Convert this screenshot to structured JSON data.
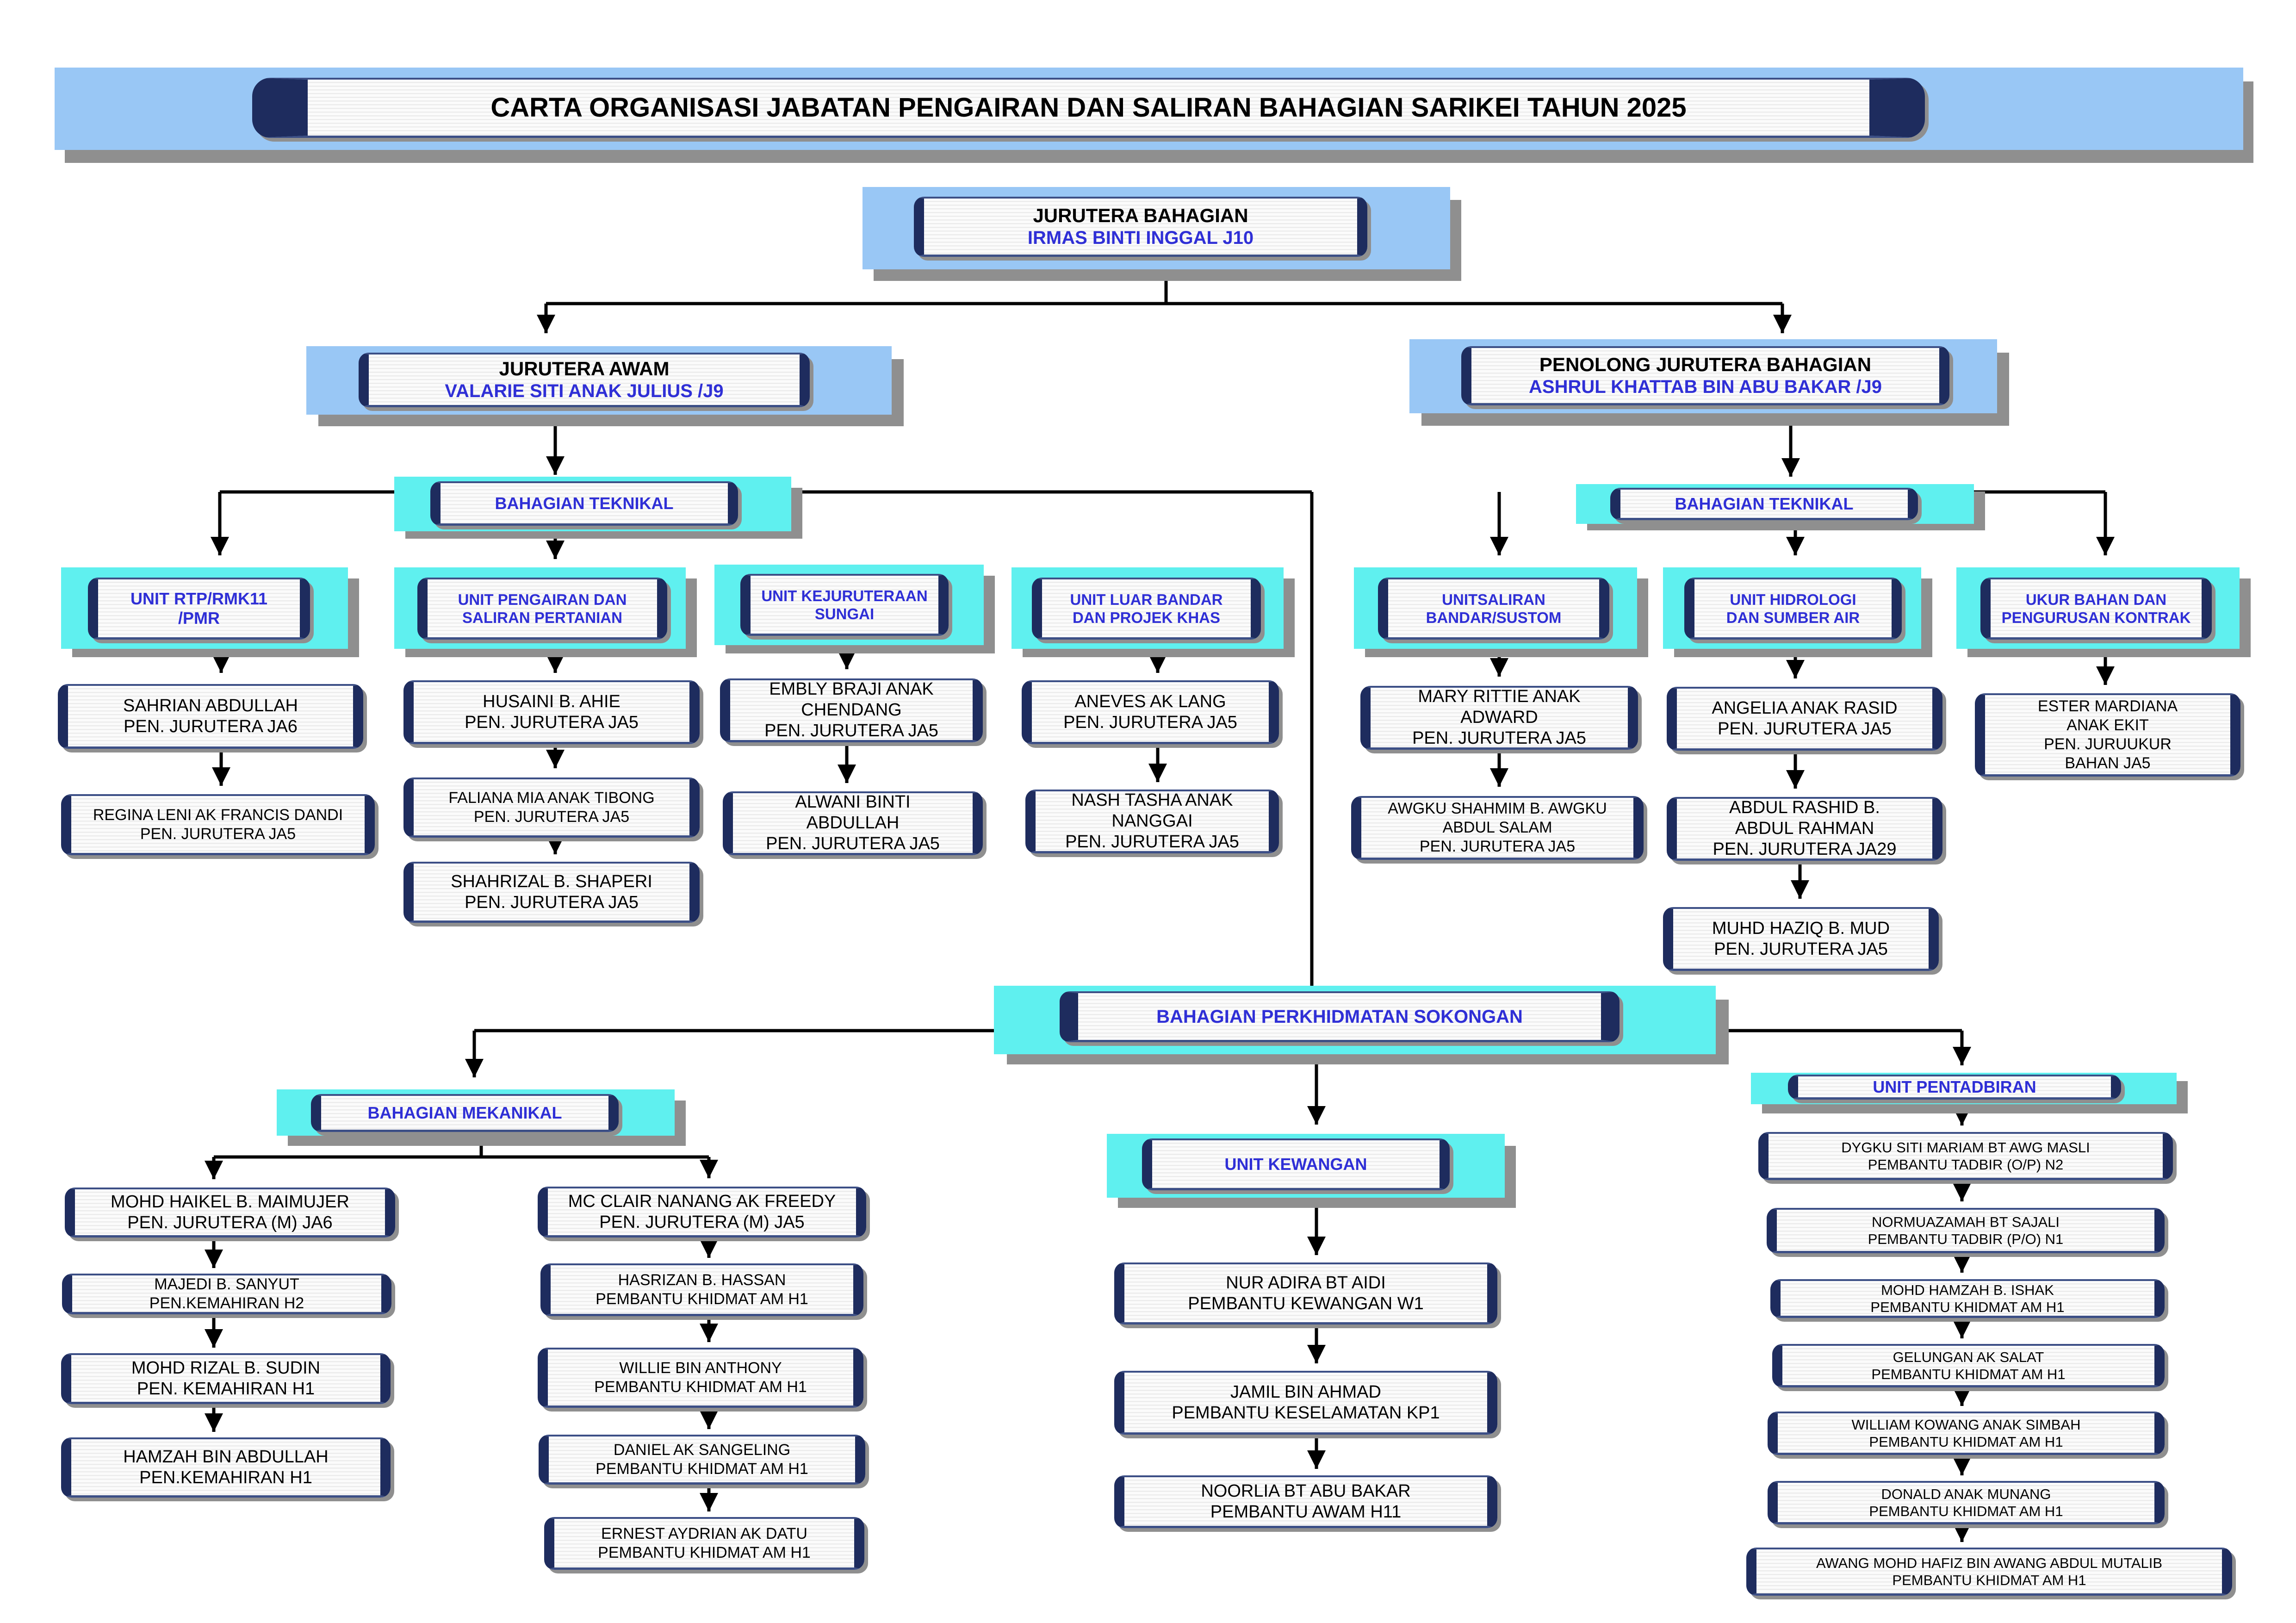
{
  "title": "CARTA ORGANISASI JABATAN PENGAIRAN DAN SALIRAN BAHAGIAN SARIKEI TAHUN 2025",
  "head": {
    "role": "JURUTERA BAHAGIAN",
    "name": "IRMAS BINTI INGGAL J10"
  },
  "left_lead": {
    "role": "JURUTERA AWAM",
    "name": "VALARIE SITI ANAK JULIUS /J9"
  },
  "right_lead": {
    "role": "PENOLONG JURUTERA BAHAGIAN",
    "name": "ASHRUL KHATTAB BIN ABU BAKAR /J9"
  },
  "sections": {
    "teknikal_left": "BAHAGIAN TEKNIKAL",
    "teknikal_right": "BAHAGIAN TEKNIKAL",
    "sokongan": "BAHAGIAN PERKHIDMATAN  SOKONGAN",
    "mekanikal": "BAHAGIAN MEKANIKAL",
    "kewangan": "UNIT KEWANGAN",
    "pentadbiran": "UNIT PENTADBIRAN"
  },
  "units": {
    "rtp": [
      "UNIT RTP/RMK11",
      "/PMR"
    ],
    "pengairan": [
      "UNIT PENGAIRAN DAN",
      "SALIRAN PERTANIAN"
    ],
    "kejuruteraan": [
      "UNIT KEJURUTERAAN",
      "SUNGAI"
    ],
    "luarbandar": [
      "UNIT LUAR BANDAR",
      "DAN PROJEK KHAS"
    ],
    "saliran": [
      "UNITSALIRAN",
      "BANDAR/SUSTOM"
    ],
    "hidrologi": [
      "UNIT HIDROLOGI",
      "DAN SUMBER AIR"
    ],
    "ukur": [
      "UKUR BAHAN DAN",
      "PENGURUSAN KONTRAK"
    ]
  },
  "staff": {
    "sahrian": [
      "SAHRIAN ABDULLAH",
      "PEN. JURUTERA  JA6"
    ],
    "regina": [
      "REGINA LENI AK FRANCIS DANDI",
      "PEN. JURUTERA JA5"
    ],
    "husaini": [
      "HUSAINI B. AHIE",
      "PEN. JURUTERA  JA5"
    ],
    "faliana": [
      "FALIANA MIA ANAK TIBONG",
      "PEN. JURUTERA JA5"
    ],
    "shahrizal": [
      "SHAHRIZAL B. SHAPERI",
      "PEN. JURUTERA  JA5"
    ],
    "embly": [
      "EMBLY BRAJI ANAK",
      "CHENDANG",
      "PEN. JURUTERA  JA5"
    ],
    "alwani": [
      "ALWANI BINTI",
      "ABDULLAH",
      "PEN. JURUTERA  JA5"
    ],
    "aneves": [
      "ANEVES AK LANG",
      "PEN. JURUTERA  JA5"
    ],
    "nash": [
      "NASH TASHA  ANAK",
      "NANGGAI",
      "PEN. JURUTERA  JA5"
    ],
    "mary": [
      "MARY RITTIE ANAK",
      "ADWARD",
      "PEN. JURUTERA  JA5"
    ],
    "awgku": [
      "AWGKU SHAHMIM B. AWGKU",
      "ABDUL SALAM",
      "PEN. JURUTERA JA5"
    ],
    "angelia": [
      "ANGELIA ANAK RASID",
      "PEN. JURUTERA  JA5"
    ],
    "rashid": [
      "ABDUL RASHID B.",
      "ABDUL RAHMAN",
      "PEN. JURUTERA  JA29"
    ],
    "haziq": [
      "MUHD HAZIQ B. MUD",
      "PEN. JURUTERA  JA5"
    ],
    "ester": [
      "ESTER MARDIANA",
      "ANAK EKIT",
      "PEN. JURUUKUR",
      "BAHAN JA5"
    ],
    "haikel": [
      "MOHD HAIKEL B. MAIMUJER",
      "PEN. JURUTERA (M) JA6"
    ],
    "majedi": [
      "MAJEDI B. SANYUT",
      "PEN.KEMAHIRAN H2"
    ],
    "rizal": [
      "MOHD RIZAL B. SUDIN",
      "PEN. KEMAHIRAN H1"
    ],
    "hamzah_a": [
      "HAMZAH BIN ABDULLAH",
      "PEN.KEMAHIRAN H1"
    ],
    "clair": [
      "MC CLAIR NANANG AK FREEDY",
      "PEN. JURUTERA (M) JA5"
    ],
    "hasrizan": [
      "HASRIZAN B. HASSAN",
      "PEMBANTU KHIDMAT AM H1"
    ],
    "willie": [
      "WILLIE BIN ANTHONY",
      "PEMBANTU KHIDMAT AM H1"
    ],
    "daniel": [
      "DANIEL AK SANGELING",
      "PEMBANTU KHIDMAT AM H1"
    ],
    "ernest": [
      "ERNEST AYDRIAN AK DATU",
      "PEMBANTU KHIDMAT AM  H1"
    ],
    "nuradira": [
      "NUR ADIRA BT AIDI",
      "PEMBANTU KEWANGAN W1"
    ],
    "jamil": [
      "JAMIL BIN AHMAD",
      "PEMBANTU KESELAMATAN KP1"
    ],
    "noorlia": [
      "NOORLIA BT ABU BAKAR",
      "PEMBANTU AWAM H11"
    ],
    "dygku": [
      "DYGKU SITI MARIAM BT AWG MASLI",
      "PEMBANTU TADBIR (O/P) N2"
    ],
    "normuazamah": [
      "NORMUAZAMAH BT SAJALI",
      "PEMBANTU TADBIR  (P/O) N1"
    ],
    "mohdhamzah": [
      "MOHD HAMZAH B. ISHAK",
      "PEMBANTU KHIDMAT AM H1"
    ],
    "gelungan": [
      "GELUNGAN AK SALAT",
      "PEMBANTU KHIDMAT AM H1"
    ],
    "william": [
      "WILLIAM KOWANG ANAK SIMBAH",
      "PEMBANTU KHIDMAT AM H1"
    ],
    "donald": [
      "DONALD ANAK MUNANG",
      "PEMBANTU KHIDMAT AM H1"
    ],
    "awang": [
      "AWANG MOHD HAFIZ BIN AWANG ABDUL MUTALIB",
      "PEMBANTU KHIDMAT AM H1"
    ]
  },
  "colors": {
    "plate_blue": "#99c7f5",
    "plate_cyan": "#5ff0ef",
    "pill_edge": "#1e2c5e",
    "name_blue": "#2f2fd6"
  }
}
